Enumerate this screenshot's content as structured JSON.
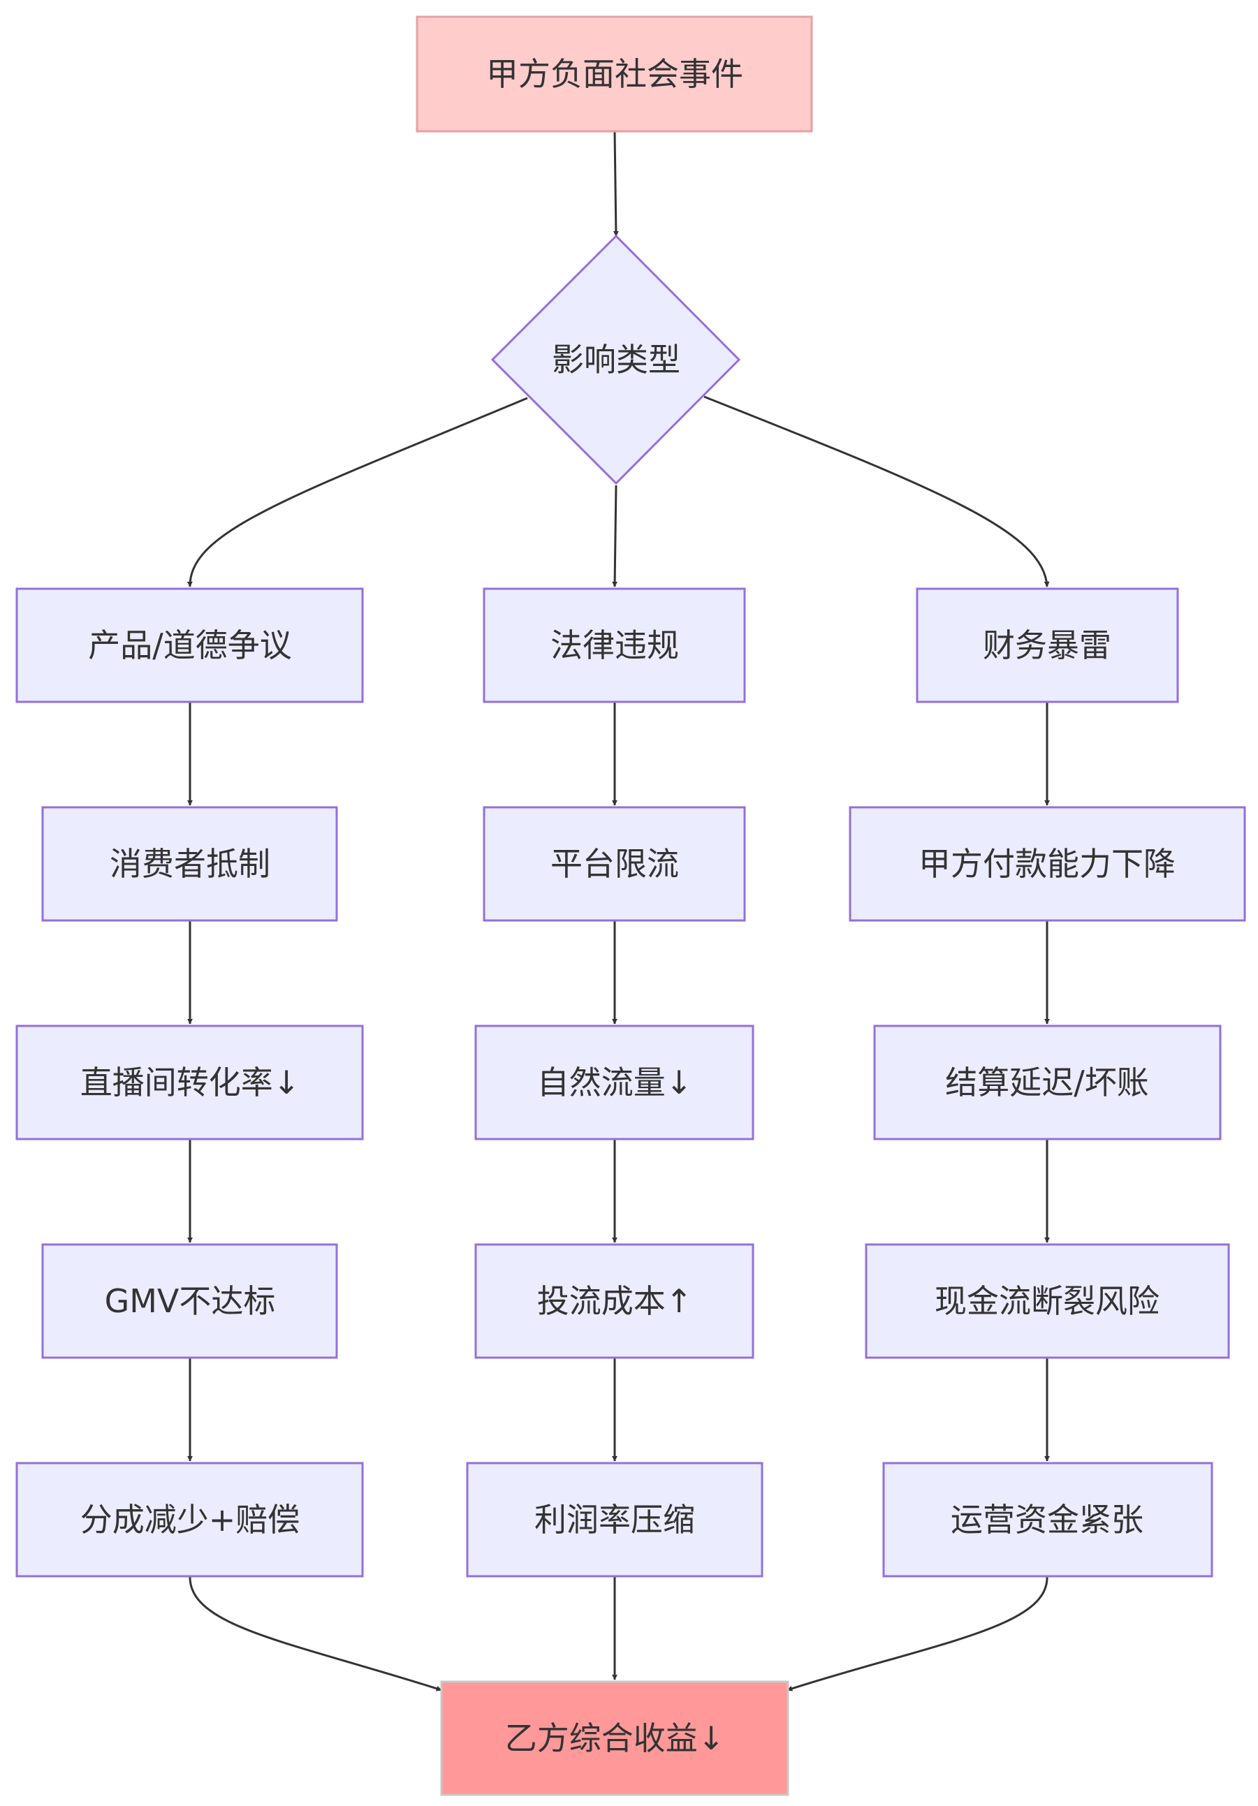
{
  "colors": {
    "node_fill": "#ececff",
    "node_stroke": "#9370db",
    "start_fill": "#ffcccc",
    "start_stroke": "#e6a1a5",
    "end_fill": "#ff9999",
    "end_stroke": "#c8c8c8",
    "edge": "#333333",
    "text": "#333333"
  },
  "nodes": {
    "start": "甲方负面社会事件",
    "decision": "影响类型",
    "branch_product": "产品/道德争议",
    "branch_legal": "法律违规",
    "branch_finance": "财务暴雷",
    "consumer_boycott": "消费者抵制",
    "conversion_drop": "直播间转化率↓",
    "gmv_miss": "GMV不达标",
    "revenue_cut": "分成减少+赔偿",
    "platform_limit": "平台限流",
    "organic_traffic_drop": "自然流量↓",
    "ad_cost_up": "投流成本↑",
    "margin_squeeze": "利润率压缩",
    "payment_ability_down": "甲方付款能力下降",
    "settlement_delay": "结算延迟/坏账",
    "cashflow_risk": "现金流断裂风险",
    "operating_fund_tight": "运营资金紧张",
    "end": "乙方综合收益↓"
  }
}
